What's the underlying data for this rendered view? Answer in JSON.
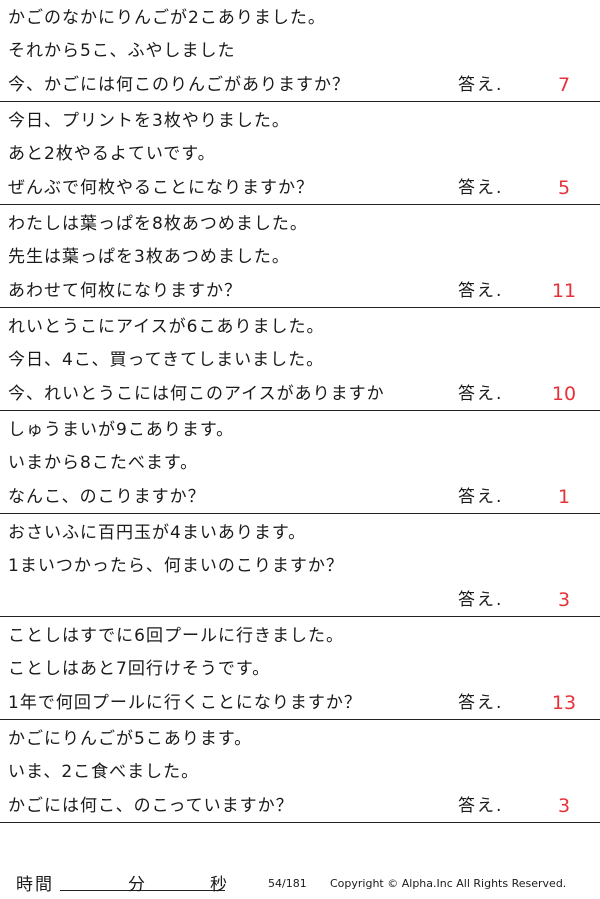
{
  "worksheet": {
    "answer_label": "答え.",
    "problems": [
      {
        "lines": [
          "かごのなかにりんごが2こありました。",
          "それから5こ、ふやしました",
          "今、かごには何このりんごがありますか？"
        ],
        "answer": "7"
      },
      {
        "lines": [
          "今日、プリントを3枚やりました。",
          "あと2枚やるよていです。",
          "ぜんぶで何枚やることになりますか？"
        ],
        "answer": "5"
      },
      {
        "lines": [
          "わたしは葉っぱを8枚あつめました。",
          "先生は葉っぱを3枚あつめました。",
          "あわせて何枚になりますか？"
        ],
        "answer": "11"
      },
      {
        "lines": [
          "れいとうこにアイスが6こありました。",
          "今日、4こ、買ってきてしまいました。",
          "今、れいとうこには何このアイスがありますか"
        ],
        "answer": "10"
      },
      {
        "lines": [
          "しゅうまいが9こあります。",
          "いまから8こたべます。",
          "なんこ、のこりますか？"
        ],
        "answer": "1"
      },
      {
        "lines": [
          "おさいふに百円玉が4まいあります。",
          "1まいつかったら、何まいのこりますか？",
          ""
        ],
        "answer": "3"
      },
      {
        "lines": [
          "ことしはすでに6回プールに行きました。",
          "ことしはあと7回行けそうです。",
          "1年で何回プールに行くことになりますか？"
        ],
        "answer": "13"
      },
      {
        "lines": [
          "かごにりんごが5こあります。",
          "いま、2こ食べました。",
          "かごには何こ、のこっていますか？"
        ],
        "answer": "3"
      }
    ]
  },
  "footer": {
    "time_label": "時間",
    "minutes_label": "分",
    "seconds_label": "秒",
    "page": "54/181",
    "copyright": "Copyright ©  Alpha.Inc All Rights Reserved."
  }
}
